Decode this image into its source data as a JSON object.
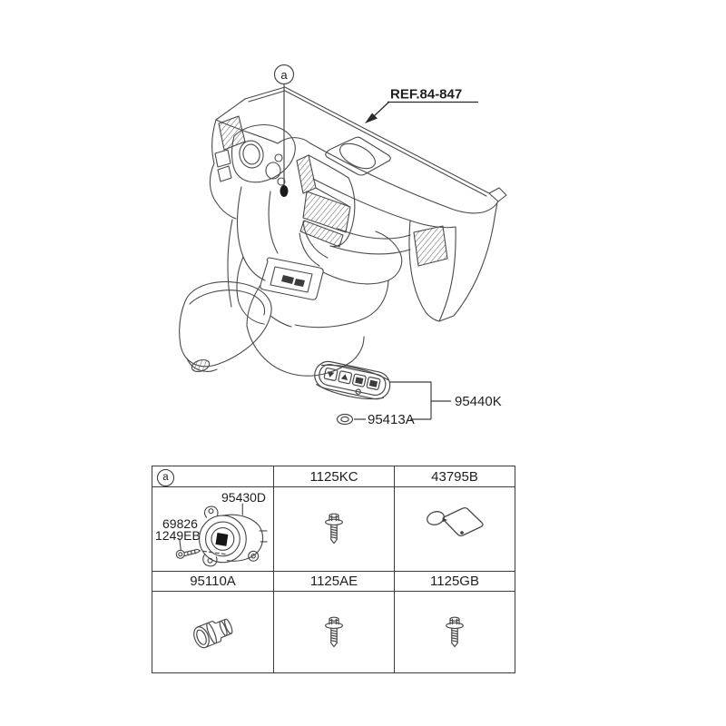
{
  "colors": {
    "background": "#ffffff",
    "line": "#4a4a4a",
    "text": "#1f1f1f",
    "table_border": "#3b3b3b",
    "button_fill": "#3c3c3c"
  },
  "diagram": {
    "callout_letter": "a",
    "ref_label": "REF.84-847",
    "labels": {
      "fob_assembly": "95440K",
      "fob_battery": "95413A"
    },
    "icons": [
      "dashboard-line-art-icon",
      "callout-a-icon",
      "leader-arrow-icon",
      "smart-key-fob-icon",
      "battery-icon"
    ]
  },
  "table": {
    "corner_letter": "a",
    "headers": {
      "r1c2": "1125KC",
      "r1c3": "43795B",
      "r2c1": "95110A",
      "r2c2": "1125AE",
      "r2c3": "1125GB"
    },
    "cell_a": {
      "part_label": "95430D",
      "screw_label_line1": "69826",
      "screw_label_line2": "1249EB"
    },
    "icons": {
      "cell_a": "clock-spring-and-screw-icon",
      "r1c2": "flange-bolt-icon",
      "r1c3": "adhesive-pad-icon",
      "r2c1": "sensor-plug-icon",
      "r2c2": "flange-bolt-icon",
      "r2c3": "flange-bolt-icon"
    }
  }
}
